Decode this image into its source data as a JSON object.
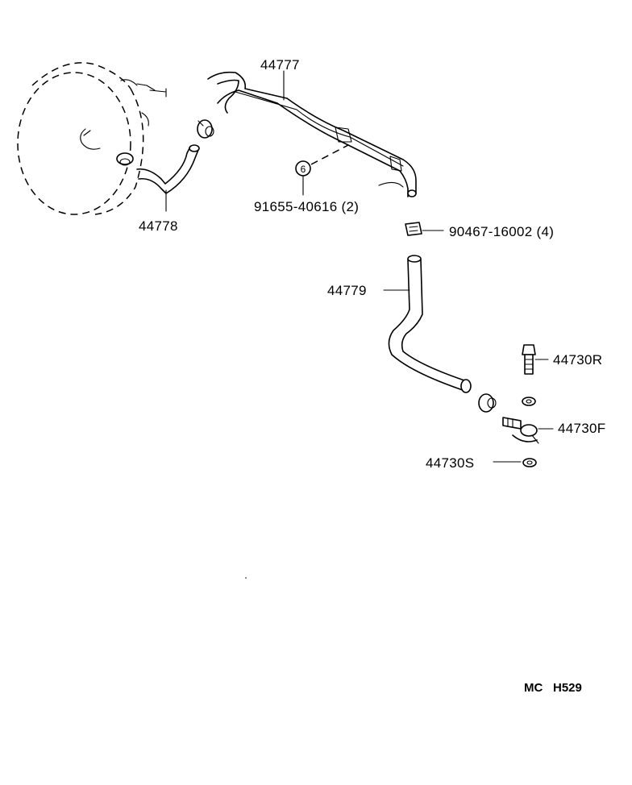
{
  "parts": {
    "p44777": "44777",
    "p44778": "44778",
    "p44779": "44779",
    "p44730R": "44730R",
    "p44730F": "44730F",
    "p44730S": "44730S",
    "bolt": "91655-40616 (2)",
    "clamp": "90467-16002 (4)",
    "ref_marker": "6"
  },
  "footer": {
    "prefix": "MC",
    "code": "H529"
  }
}
